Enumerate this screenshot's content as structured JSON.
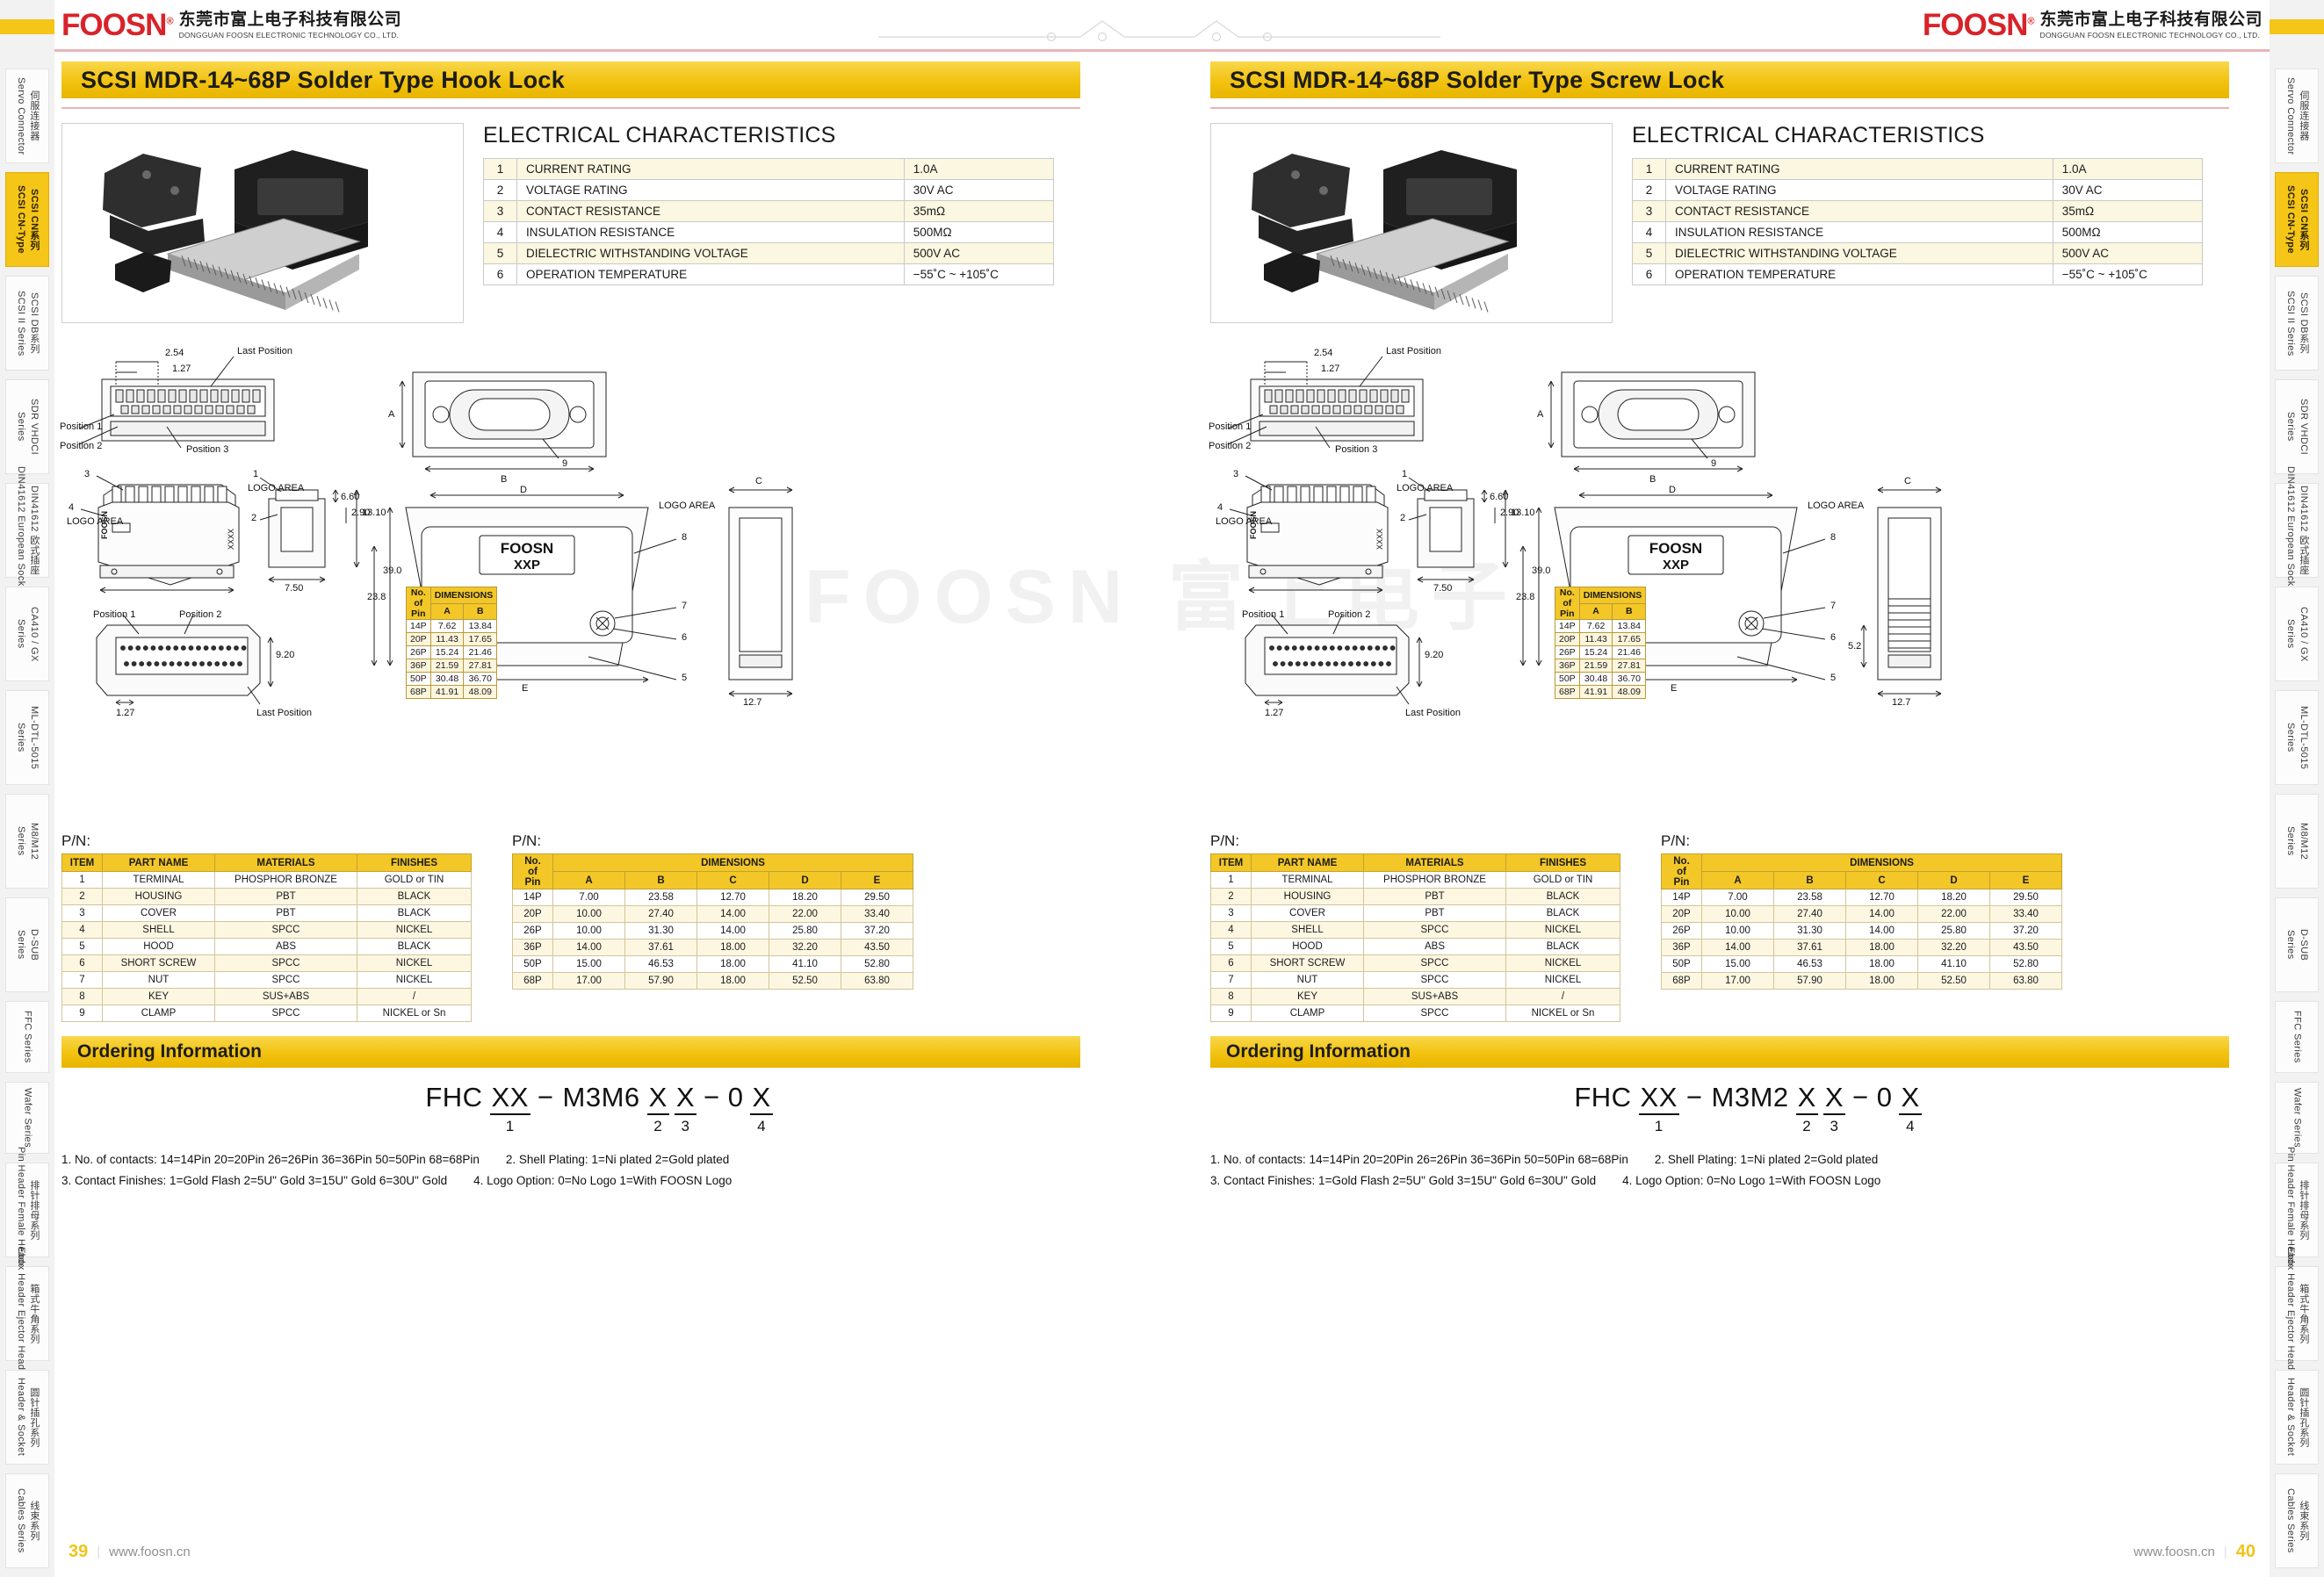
{
  "brand": {
    "logo_text": "FOOSN",
    "logo_reg": "®",
    "company_cn": "东莞市富上电子科技有限公司",
    "company_en": "DONGGUAN FOOSN ELECTRONIC TECHNOLOGY CO., LTD.",
    "watermark": "FOOSN 富上电子"
  },
  "side_tabs": [
    {
      "cn": "伺服连接器",
      "en": "Servo Connector",
      "active": false
    },
    {
      "cn": "SCSI CN系列",
      "en": "SCSI CN-Type",
      "active": true
    },
    {
      "cn": "SCSI DB系列",
      "en": "SCSI II Series",
      "active": false
    },
    {
      "cn": "SDR VHDCI",
      "en": "Series",
      "active": false
    },
    {
      "cn": "DIN41612 欧式插座",
      "en": "DIN41612 European Socket",
      "active": false
    },
    {
      "cn": "CA410 / GX",
      "en": "Series",
      "active": false
    },
    {
      "cn": "ML-DTL-5015",
      "en": "Series",
      "active": false
    },
    {
      "cn": "M8/M12",
      "en": "Series",
      "active": false
    },
    {
      "cn": "D-SUB",
      "en": "Series",
      "active": false
    },
    {
      "cn": "FFC Series",
      "en": "",
      "active": false
    },
    {
      "cn": "Wafer Series",
      "en": "",
      "active": false
    },
    {
      "cn": "排针排母系列",
      "en": "Pin Header Female Header",
      "active": false
    },
    {
      "cn": "箱式牛角系列",
      "en": "Ebox Header Ejector Header",
      "active": false
    },
    {
      "cn": "圆针插孔系列",
      "en": "Header & Socket",
      "active": false
    },
    {
      "cn": "线束系列",
      "en": "Cables Series",
      "active": false
    }
  ],
  "panels": [
    {
      "id": "hook-lock",
      "title": "SCSI MDR-14~68P Solder Type Hook Lock",
      "electrical_heading": "ELECTRICAL CHARACTERISTICS",
      "electrical": [
        {
          "n": "1",
          "desc": "CURRENT RATING",
          "value": "1.0A"
        },
        {
          "n": "2",
          "desc": "VOLTAGE RATING",
          "value": "30V AC"
        },
        {
          "n": "3",
          "desc": "CONTACT RESISTANCE",
          "value": "35mΩ"
        },
        {
          "n": "4",
          "desc": "INSULATION RESISTANCE",
          "value": "500MΩ"
        },
        {
          "n": "5",
          "desc": "DIELECTRIC WITHSTANDING VOLTAGE",
          "value": "500V AC"
        },
        {
          "n": "6",
          "desc": "OPERATION TEMPERATURE",
          "value": "−55˚C ~ +105˚C"
        }
      ],
      "drawing_labels": {
        "pitch_1": "2.54",
        "pitch_2": "1.27",
        "last_position": "Last Position",
        "position_1": "Position 1",
        "position_2": "Position 2",
        "position_3": "Position 3",
        "logo_area": "LOGO AREA",
        "logo_mark": "FOOSN",
        "logo_mark_sub": "XXP",
        "dim_A": "A",
        "dim_B": "B",
        "dim_C": "C",
        "dim_D": "D",
        "dim_E": "E",
        "h_6_60": "6.60",
        "h_2_90": "2.90",
        "h_13_10": "13.10",
        "w_7_50": "7.50",
        "h_39_0": "39.0",
        "h_23_8": "23.8",
        "w_12_7": "12.7",
        "w_9_20": "9.20",
        "p_1_27": "1.27",
        "ref_9": "9",
        "ref_8": "8",
        "ref_7": "7",
        "ref_6": "6",
        "ref_5": "5",
        "ref_4": "4",
        "ref_3": "3",
        "ref_2": "2",
        "ref_1": "1"
      },
      "ab_table": {
        "header_pin": "No. of Pin",
        "header_group": "DIMENSIONS",
        "cols": [
          "A",
          "B"
        ],
        "rows": [
          {
            "pin": "14P",
            "vals": [
              "7.62",
              "13.84"
            ]
          },
          {
            "pin": "20P",
            "vals": [
              "11.43",
              "17.65"
            ]
          },
          {
            "pin": "26P",
            "vals": [
              "15.24",
              "21.46"
            ]
          },
          {
            "pin": "36P",
            "vals": [
              "21.59",
              "27.81"
            ]
          },
          {
            "pin": "50P",
            "vals": [
              "30.48",
              "36.70"
            ]
          },
          {
            "pin": "68P",
            "vals": [
              "41.91",
              "48.09"
            ]
          }
        ]
      },
      "pn_label": "P/N:",
      "parts_table": {
        "headers": [
          "ITEM",
          "PART NAME",
          "MATERIALS",
          "FINISHES"
        ],
        "rows": [
          [
            "1",
            "TERMINAL",
            "PHOSPHOR BRONZE",
            "GOLD or TIN"
          ],
          [
            "2",
            "HOUSING",
            "PBT",
            "BLACK"
          ],
          [
            "3",
            "COVER",
            "PBT",
            "BLACK"
          ],
          [
            "4",
            "SHELL",
            "SPCC",
            "NICKEL"
          ],
          [
            "5",
            "HOOD",
            "ABS",
            "BLACK"
          ],
          [
            "6",
            "SHORT SCREW",
            "SPCC",
            "NICKEL"
          ],
          [
            "7",
            "NUT",
            "SPCC",
            "NICKEL"
          ],
          [
            "8",
            "KEY",
            "SUS+ABS",
            "/"
          ],
          [
            "9",
            "CLAMP",
            "SPCC",
            "NICKEL or Sn"
          ]
        ]
      },
      "dims_table": {
        "header_pin": "No. of Pin",
        "header_group": "DIMENSIONS",
        "cols": [
          "A",
          "B",
          "C",
          "D",
          "E"
        ],
        "rows": [
          {
            "pin": "14P",
            "vals": [
              "7.00",
              "23.58",
              "12.70",
              "18.20",
              "29.50"
            ]
          },
          {
            "pin": "20P",
            "vals": [
              "10.00",
              "27.40",
              "14.00",
              "22.00",
              "33.40"
            ]
          },
          {
            "pin": "26P",
            "vals": [
              "10.00",
              "31.30",
              "14.00",
              "25.80",
              "37.20"
            ]
          },
          {
            "pin": "36P",
            "vals": [
              "14.00",
              "37.61",
              "18.00",
              "32.20",
              "43.50"
            ]
          },
          {
            "pin": "50P",
            "vals": [
              "15.00",
              "46.53",
              "18.00",
              "41.10",
              "52.80"
            ]
          },
          {
            "pin": "68P",
            "vals": [
              "17.00",
              "57.90",
              "18.00",
              "52.50",
              "63.80"
            ]
          }
        ]
      },
      "ordering": {
        "band_title": "Ordering Information",
        "prefix": "FHC",
        "seg1": "XX",
        "seg1_num": "1",
        "dash1": "−",
        "mid": "M3M6",
        "seg2": "X",
        "seg2_num": "2",
        "seg3": "X",
        "seg3_num": "3",
        "dash2": "− 0",
        "seg4": "X",
        "seg4_num": "4",
        "note1": "1. No. of contacts: 14=14Pin  20=20Pin  26=26Pin  36=36Pin  50=50Pin  68=68Pin",
        "note2": "2. Shell Plating: 1=Ni plated    2=Gold plated",
        "note3": "3. Contact Finishes: 1=Gold Flash   2=5U\" Gold   3=15U\" Gold   6=30U\" Gold",
        "note4": "4. Logo Option: 0=No Logo    1=With FOOSN Logo"
      },
      "footer": {
        "page": "39",
        "site": "www.foosn.cn",
        "align": "left"
      }
    },
    {
      "id": "screw-lock",
      "title": "SCSI MDR-14~68P Solder Type Screw Lock",
      "electrical_heading": "ELECTRICAL CHARACTERISTICS",
      "electrical": [
        {
          "n": "1",
          "desc": "CURRENT RATING",
          "value": "1.0A"
        },
        {
          "n": "2",
          "desc": "VOLTAGE RATING",
          "value": "30V AC"
        },
        {
          "n": "3",
          "desc": "CONTACT RESISTANCE",
          "value": "35mΩ"
        },
        {
          "n": "4",
          "desc": "INSULATION RESISTANCE",
          "value": "500MΩ"
        },
        {
          "n": "5",
          "desc": "DIELECTRIC WITHSTANDING VOLTAGE",
          "value": "500V AC"
        },
        {
          "n": "6",
          "desc": "OPERATION TEMPERATURE",
          "value": "−55˚C ~ +105˚C"
        }
      ],
      "drawing_labels": {
        "pitch_1": "2.54",
        "pitch_2": "1.27",
        "last_position": "Last Position",
        "position_1": "Position 1",
        "position_2": "Position 2",
        "position_3": "Position 3",
        "logo_area": "LOGO AREA",
        "logo_mark": "FOOSN",
        "logo_mark_sub": "XXP",
        "dim_A": "A",
        "dim_B": "B",
        "dim_C": "C",
        "dim_D": "D",
        "dim_E": "E",
        "h_6_60": "6.60",
        "h_2_90": "2.90",
        "h_13_10": "13.10",
        "w_7_50": "7.50",
        "h_39_0": "39.0",
        "h_23_8": "23.8",
        "w_12_7": "12.7",
        "w_9_20": "9.20",
        "p_1_27": "1.27",
        "h_5_2": "5.2",
        "ref_9": "9",
        "ref_8": "8",
        "ref_7": "7",
        "ref_6": "6",
        "ref_5": "5",
        "ref_4": "4",
        "ref_3": "3",
        "ref_2": "2",
        "ref_1": "1"
      },
      "ab_table": {
        "header_pin": "No. of Pin",
        "header_group": "DIMENSIONS",
        "cols": [
          "A",
          "B"
        ],
        "rows": [
          {
            "pin": "14P",
            "vals": [
              "7.62",
              "13.84"
            ]
          },
          {
            "pin": "20P",
            "vals": [
              "11.43",
              "17.65"
            ]
          },
          {
            "pin": "26P",
            "vals": [
              "15.24",
              "21.46"
            ]
          },
          {
            "pin": "36P",
            "vals": [
              "21.59",
              "27.81"
            ]
          },
          {
            "pin": "50P",
            "vals": [
              "30.48",
              "36.70"
            ]
          },
          {
            "pin": "68P",
            "vals": [
              "41.91",
              "48.09"
            ]
          }
        ]
      },
      "pn_label": "P/N:",
      "parts_table": {
        "headers": [
          "ITEM",
          "PART NAME",
          "MATERIALS",
          "FINISHES"
        ],
        "rows": [
          [
            "1",
            "TERMINAL",
            "PHOSPHOR BRONZE",
            "GOLD or TIN"
          ],
          [
            "2",
            "HOUSING",
            "PBT",
            "BLACK"
          ],
          [
            "3",
            "COVER",
            "PBT",
            "BLACK"
          ],
          [
            "4",
            "SHELL",
            "SPCC",
            "NICKEL"
          ],
          [
            "5",
            "HOOD",
            "ABS",
            "BLACK"
          ],
          [
            "6",
            "SHORT SCREW",
            "SPCC",
            "NICKEL"
          ],
          [
            "7",
            "NUT",
            "SPCC",
            "NICKEL"
          ],
          [
            "8",
            "KEY",
            "SUS+ABS",
            "/"
          ],
          [
            "9",
            "CLAMP",
            "SPCC",
            "NICKEL or Sn"
          ]
        ]
      },
      "dims_table": {
        "header_pin": "No. of Pin",
        "header_group": "DIMENSIONS",
        "cols": [
          "A",
          "B",
          "C",
          "D",
          "E"
        ],
        "rows": [
          {
            "pin": "14P",
            "vals": [
              "7.00",
              "23.58",
              "12.70",
              "18.20",
              "29.50"
            ]
          },
          {
            "pin": "20P",
            "vals": [
              "10.00",
              "27.40",
              "14.00",
              "22.00",
              "33.40"
            ]
          },
          {
            "pin": "26P",
            "vals": [
              "10.00",
              "31.30",
              "14.00",
              "25.80",
              "37.20"
            ]
          },
          {
            "pin": "36P",
            "vals": [
              "14.00",
              "37.61",
              "18.00",
              "32.20",
              "43.50"
            ]
          },
          {
            "pin": "50P",
            "vals": [
              "15.00",
              "46.53",
              "18.00",
              "41.10",
              "52.80"
            ]
          },
          {
            "pin": "68P",
            "vals": [
              "17.00",
              "57.90",
              "18.00",
              "52.50",
              "63.80"
            ]
          }
        ]
      },
      "ordering": {
        "band_title": "Ordering Information",
        "prefix": "FHC",
        "seg1": "XX",
        "seg1_num": "1",
        "dash1": "−",
        "mid": "M3M2",
        "seg2": "X",
        "seg2_num": "2",
        "seg3": "X",
        "seg3_num": "3",
        "dash2": "− 0",
        "seg4": "X",
        "seg4_num": "4",
        "note1": "1. No. of contacts: 14=14Pin  20=20Pin  26=26Pin  36=36Pin  50=50Pin  68=68Pin",
        "note2": "2. Shell Plating: 1=Ni plated    2=Gold plated",
        "note3": "3. Contact Finishes: 1=Gold Flash   2=5U\" Gold   3=15U\" Gold   6=30U\" Gold",
        "note4": "4. Logo Option: 0=No Logo    1=With FOOSN Logo"
      },
      "footer": {
        "page": "40",
        "site": "www.foosn.cn",
        "align": "right"
      }
    }
  ]
}
